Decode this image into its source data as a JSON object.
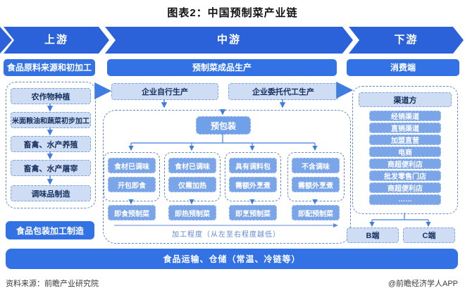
{
  "title": "图表2：中国预制菜产业链",
  "banner": {
    "upstream": "上游",
    "midstream": "中游",
    "downstream": "下游"
  },
  "upstream": {
    "header": "食品原料来源和初加工",
    "items": [
      "农作物种植",
      "米面粮油和蔬菜初步加工",
      "畜禽、水产养殖",
      "畜禽、水产屠宰",
      "调味品制造"
    ],
    "packaging": "食品包装加工制造"
  },
  "midstream": {
    "header": "预制菜成品生产",
    "self_production": "企业自行生产",
    "oem_production": "企业委托代工生产",
    "prepackaging": "预包装",
    "branches": [
      {
        "top": "食材已调味",
        "bottom": "开包即食",
        "result": "即食预制菜"
      },
      {
        "top": "食材已调味",
        "bottom": "仅需加热",
        "result": "即热预制菜"
      },
      {
        "top": "具有调料包",
        "bottom": "需额外烹煮",
        "result": "即烹预制菜"
      },
      {
        "top": "不含调味",
        "bottom": "需额外烹煮",
        "result": "即配预制菜"
      }
    ],
    "axis_note": "加工程度（从左至右程度越低）"
  },
  "downstream": {
    "header": "消费端",
    "channel_header": "渠道方",
    "channels": [
      "经销渠道",
      "直销渠道",
      "加盟直营",
      "电商",
      "商超便利店",
      "批发零售门店",
      "商超便利店",
      "……"
    ],
    "b_end": "B端",
    "c_end": "C端"
  },
  "logistics_bar": "食品运输、仓储（常温、冷链等）",
  "footer": {
    "source": "资料来源：前瞻产业研究院",
    "credit": "@前瞻经济学人APP"
  },
  "colors": {
    "banner_blue": "#2b62d9",
    "header_blue": "#3372e4",
    "medium_blue": "#7aa5e9",
    "light_blue": "#cfddf4",
    "dash_border": "#6288cc",
    "arrow_blue": "#3f7de2",
    "dark_text": "#16305f"
  }
}
